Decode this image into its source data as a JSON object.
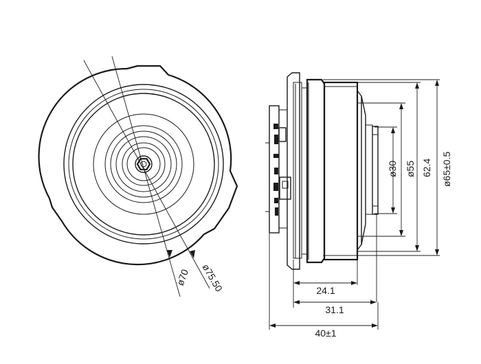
{
  "dimensions": {
    "front_inner_diameter": "ø70",
    "front_outer_diameter": "ø75.50",
    "side_length_24": "24.1",
    "side_length_31": "31.1",
    "side_overall_length": "40±1",
    "side_diameter_30": "ø30",
    "side_diameter_55": "ø55",
    "side_diameter_62": "62.4",
    "side_outer_diameter": "ø65±0.5"
  }
}
